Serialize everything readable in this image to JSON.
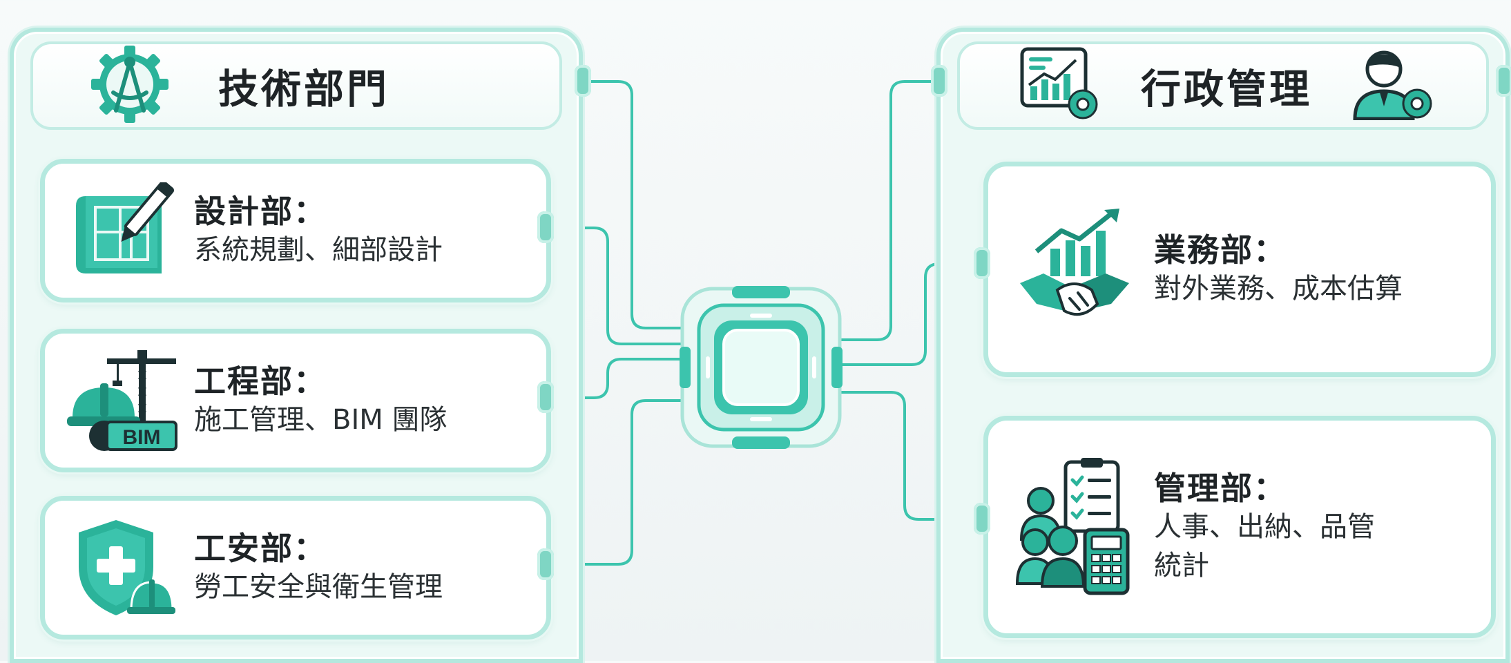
{
  "left_panel": {
    "title": "技術部門",
    "header_icon": "compass-gear-icon",
    "cards": [
      {
        "title": "設計部：",
        "desc_lines": [
          "系統規劃、細部設計"
        ],
        "icon": "blueprint-pencil-icon"
      },
      {
        "title": "工程部：",
        "desc_lines": [
          "施工管理、BIM 團隊"
        ],
        "icon": "crane-hardhat-bim-icon",
        "icon_label": "BIM"
      },
      {
        "title": "工安部：",
        "desc_lines": [
          "勞工安全與衛生管理"
        ],
        "icon": "shield-cross-hardhat-icon"
      }
    ]
  },
  "right_panel": {
    "title": "行政管理",
    "header_icons": [
      "chart-gear-icon",
      "person-gear-icon"
    ],
    "cards": [
      {
        "title": "業務部：",
        "desc_lines": [
          "對外業務、成本估算"
        ],
        "icon": "handshake-growth-icon"
      },
      {
        "title": "管理部：",
        "desc_lines": [
          "人事、出納、品管",
          "統計"
        ],
        "icon": "team-clipboard-calculator-icon"
      }
    ]
  },
  "hub": {
    "icon": "central-hub-icon"
  },
  "colors": {
    "accent": "#2bb39a",
    "accent_dark": "#16806e",
    "line": "#3cc4ad",
    "panel_border": "#b4e8de",
    "text": "#1e2326"
  }
}
